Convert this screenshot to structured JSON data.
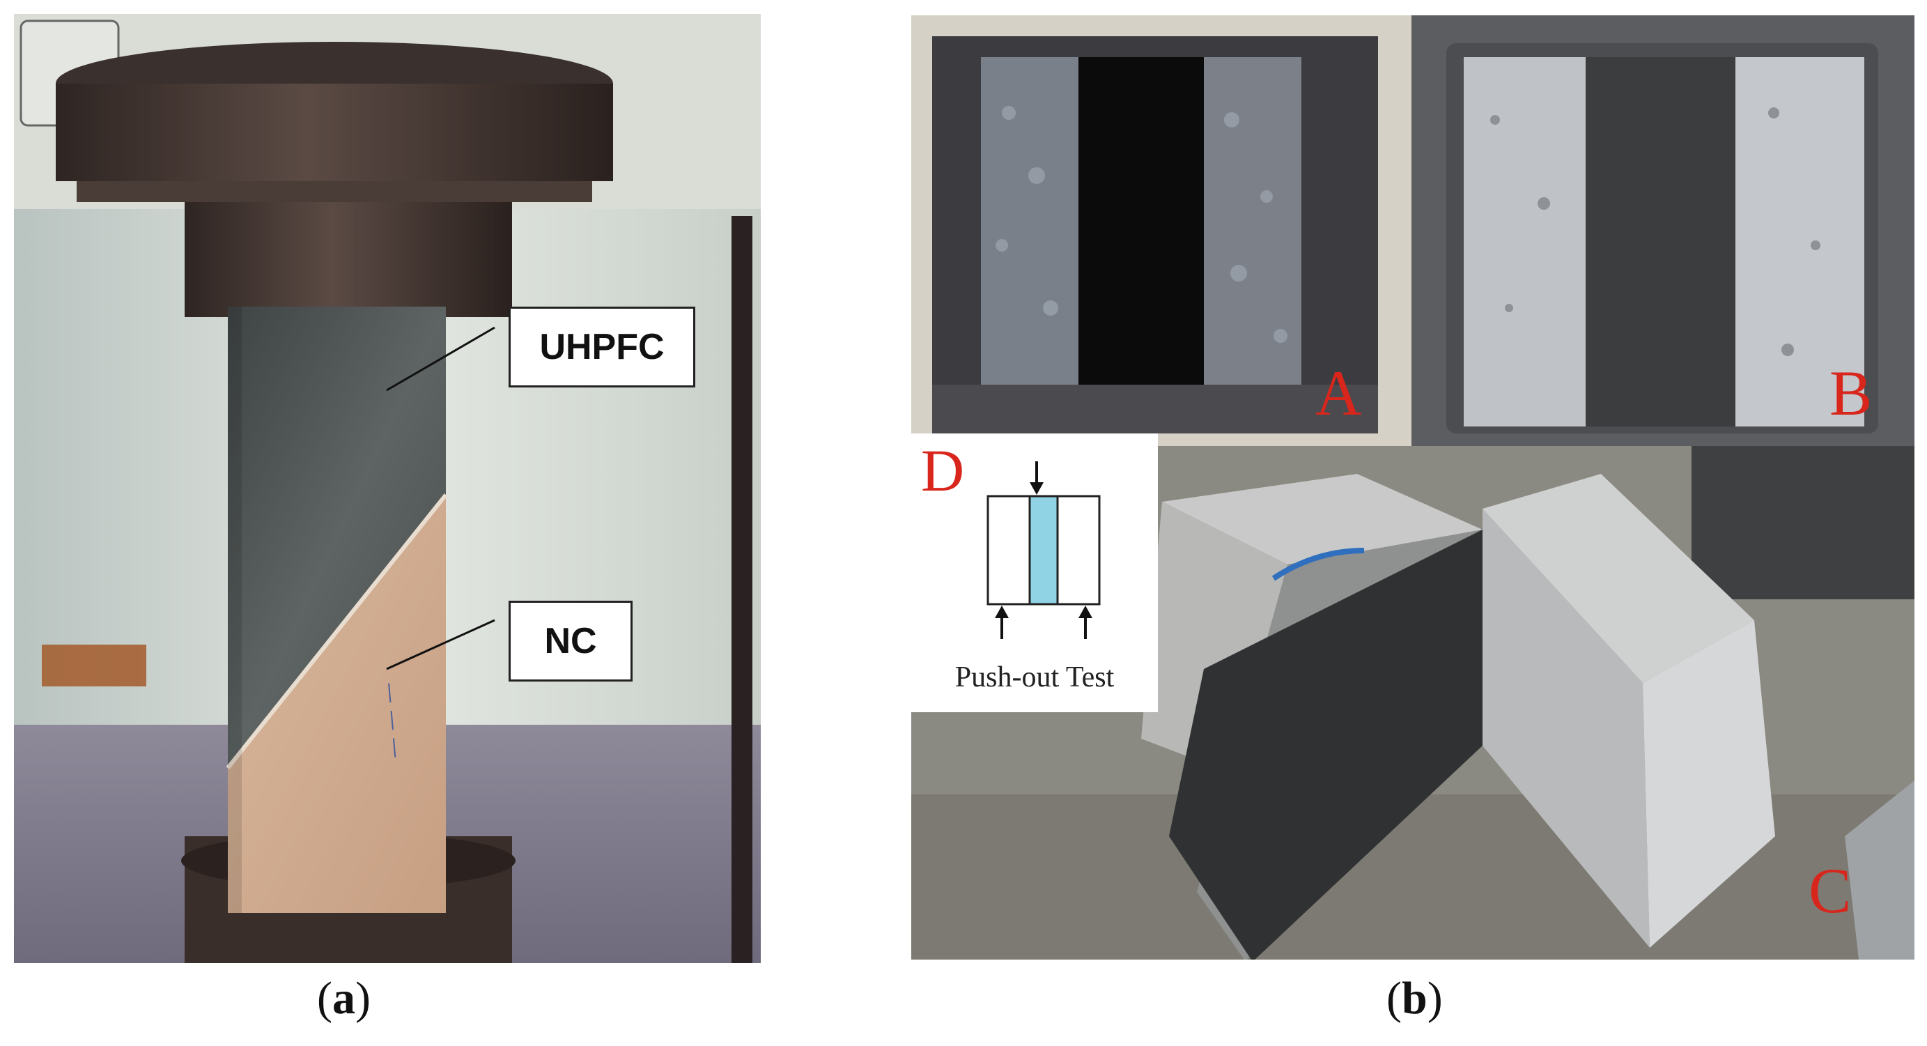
{
  "panel_a": {
    "callouts": {
      "uhpfc": "UHPFC",
      "nc": "NC"
    },
    "caption": {
      "open": "(",
      "letter": "a",
      "close": ")"
    }
  },
  "panel_b": {
    "photo_labels": {
      "a": "A",
      "b": "B",
      "c": "C"
    },
    "inset": {
      "letter": "D",
      "caption": "Push-out Test",
      "fill_color": "#8fd3e4"
    },
    "caption": {
      "open": "(",
      "letter": "b",
      "close": ")"
    }
  }
}
